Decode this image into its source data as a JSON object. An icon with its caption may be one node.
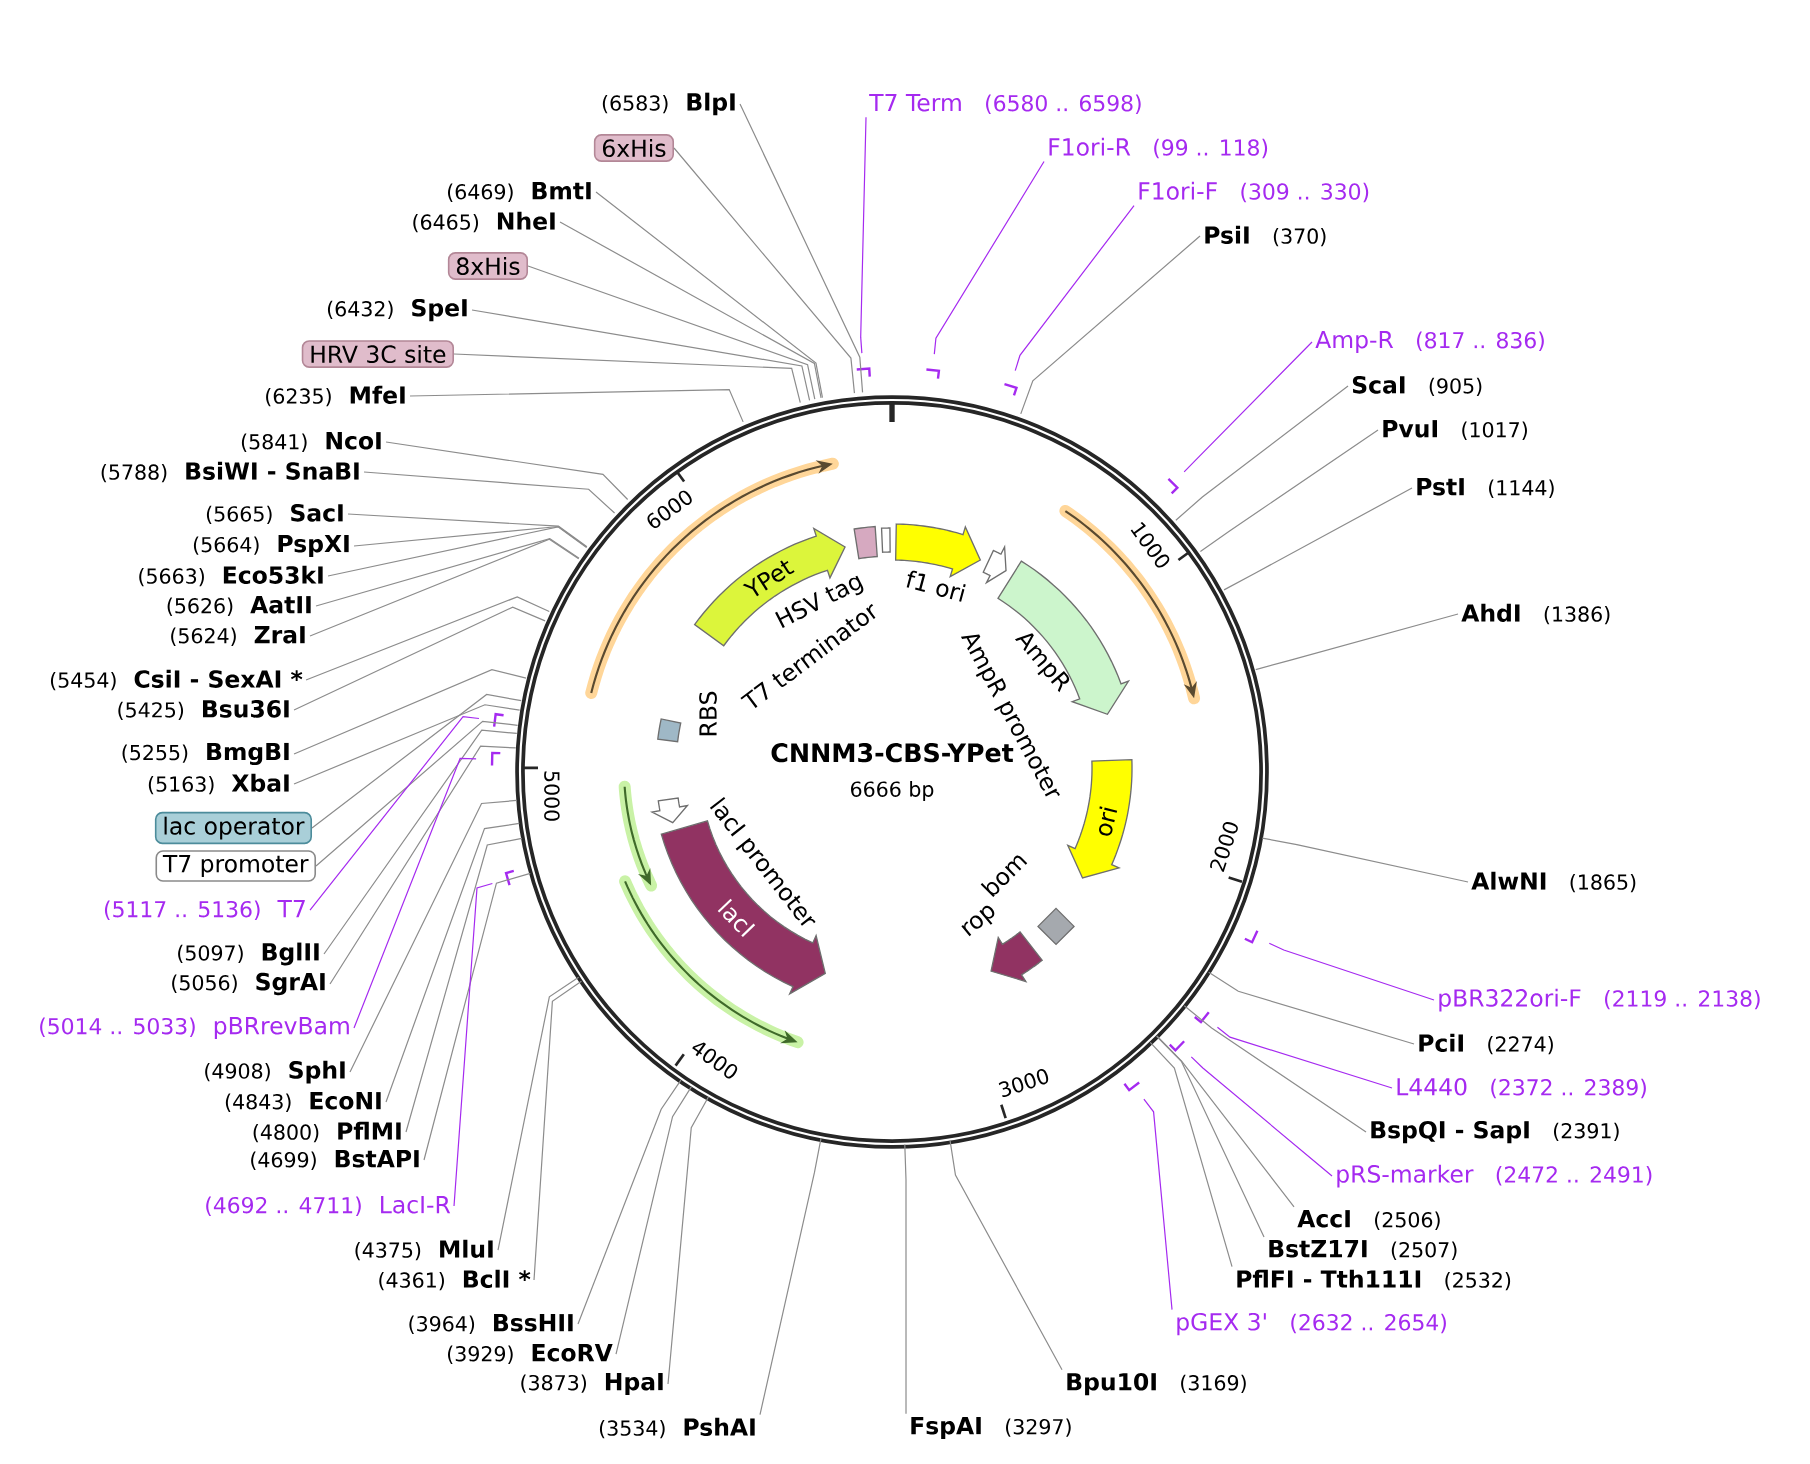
{
  "diagram": {
    "nodes": [
      {
        "text": [
          "(6583)",
          "BlpI"
        ]
      },
      {
        "text": [
          "6xHis"
        ]
      },
      {
        "text": [
          "(6469)",
          "BmtI"
        ]
      },
      {
        "text": [
          "(6465)",
          "NheI"
        ]
      },
      {
        "text": [
          "8xHis"
        ]
      },
      {
        "text": [
          "(6432)",
          "SpeI"
        ]
      },
      {
        "text": [
          "HRV 3C site"
        ]
      },
      {
        "text": [
          "(6235)",
          "MfeI"
        ]
      },
      {
        "text": [
          "(5841)",
          "NcoI"
        ]
      },
      {
        "text": [
          "(5788)",
          "BsiWI - SnaBI"
        ]
      },
      {
        "text": [
          "(5665)",
          "SacI"
        ]
      },
      {
        "text": [
          "(5664)",
          "PspXI"
        ]
      },
      {
        "text": [
          "(5663)",
          "Eco53kI"
        ]
      },
      {
        "text": [
          "(5626)",
          "AatII"
        ]
      },
      {
        "text": [
          "(5624)",
          "ZraI"
        ]
      },
      {
        "text": [
          "(5454)",
          "CsiI - SexAI *"
        ]
      },
      {
        "text": [
          "(5425)",
          "Bsu36I"
        ]
      },
      {
        "text": [
          "(5255)",
          "BmgBI"
        ]
      },
      {
        "text": [
          "(5163)",
          "XbaI"
        ]
      },
      {
        "text": [
          "lac operator"
        ]
      },
      {
        "text": [
          "T7 promoter"
        ]
      },
      {
        "text": [
          "(5117 .. 5136)",
          "T7"
        ]
      },
      {
        "text": [
          "(5097)",
          "BglII"
        ]
      },
      {
        "text": [
          "(5056)",
          "SgrAI"
        ]
      },
      {
        "text": [
          "(5014 .. 5033)",
          "pBRrevBam"
        ]
      },
      {
        "text": [
          "(4908)",
          "SphI"
        ]
      },
      {
        "text": [
          "(4843)",
          "EcoNI"
        ]
      },
      {
        "text": [
          "(4800)",
          "PflMI"
        ]
      },
      {
        "text": [
          "(4699)",
          "BstAPI"
        ]
      },
      {
        "text": [
          "(4692 .. 4711)",
          "LacI-R"
        ]
      },
      {
        "text": [
          "(4375)",
          "MluI"
        ]
      },
      {
        "text": [
          "(4361)",
          "BclI *"
        ]
      },
      {
        "text": [
          "(3964)",
          "BssHII"
        ]
      },
      {
        "text": [
          "(3929)",
          "EcoRV"
        ]
      },
      {
        "text": [
          "(3873)",
          "HpaI"
        ]
      },
      {
        "text": [
          "(3534)",
          "PshAI"
        ]
      },
      {
        "text": [
          "FspAI",
          "(3297)"
        ]
      },
      {
        "text": [
          "Bpu10I",
          "(3169)"
        ]
      },
      {
        "text": [
          "pGEX 3'",
          "(2632 .. 2654)"
        ]
      },
      {
        "text": [
          "PflFI - Tth111I",
          "(2532)"
        ]
      },
      {
        "text": [
          "BstZ17I",
          "(2507)"
        ]
      },
      {
        "text": [
          "AccI",
          "(2506)"
        ]
      },
      {
        "text": [
          "pRS-marker",
          "(2472 .. 2491)"
        ]
      },
      {
        "text": [
          "BspQI - SapI",
          "(2391)"
        ]
      },
      {
        "text": [
          "L4440",
          "(2372 .. 2389)"
        ]
      },
      {
        "text": [
          "PciI",
          "(2274)"
        ]
      },
      {
        "text": [
          "pBR322ori-F",
          "(2119 .. 2138)"
        ]
      },
      {
        "text": [
          "AlwNI",
          "(1865)"
        ]
      },
      {
        "text": [
          "AhdI",
          "(1386)"
        ]
      },
      {
        "text": [
          "PstI",
          "(1144)"
        ]
      },
      {
        "text": [
          "PvuI",
          "(1017)"
        ]
      },
      {
        "text": [
          "ScaI",
          "(905)"
        ]
      },
      {
        "text": [
          "Amp-R",
          "(817 .. 836)"
        ]
      },
      {
        "text": [
          "PsiI",
          "(370)"
        ]
      },
      {
        "text": [
          "F1ori-F",
          "(309 .. 330)"
        ]
      },
      {
        "text": [
          "F1ori-R",
          "(99 .. 118)"
        ]
      },
      {
        "text": [
          "T7 Term",
          "(6580 .. 6598)"
        ]
      },
      {
        "text": [
          "CNNM3-CBS-YPet",
          "6666 bp"
        ]
      },
      {
        "text": [
          "YPet"
        ],
        "in": 57
      },
      {
        "text": [
          "HSV tag"
        ],
        "in": 57
      },
      {
        "text": [
          "T7 terminator"
        ],
        "in": 57
      },
      {
        "text": [
          "f1 ori"
        ],
        "in": 57
      },
      {
        "text": [
          "AmpR promoter"
        ],
        "in": 57
      },
      {
        "text": [
          "AmpR"
        ],
        "in": 57
      },
      {
        "text": [
          "ori"
        ],
        "in": 57
      },
      {
        "text": [
          "bom"
        ],
        "in": 57
      },
      {
        "text": [
          "rop"
        ],
        "in": 57
      },
      {
        "text": [
          "lacI"
        ],
        "in": 57
      },
      {
        "text": [
          "lacI promoter"
        ],
        "in": 57
      },
      {
        "text": [
          "RBS"
        ],
        "in": 57
      }
    ],
    "edges": [
      {
        "from": 0,
        "to": 57,
        "arrow": "none"
      },
      {
        "from": 1,
        "to": 57,
        "arrow": "none"
      },
      {
        "from": 2,
        "to": 57,
        "arrow": "none"
      },
      {
        "from": 3,
        "to": 57,
        "arrow": "none"
      },
      {
        "from": 4,
        "to": 57,
        "arrow": "none"
      },
      {
        "from": 5,
        "to": 57,
        "arrow": "none"
      },
      {
        "from": 6,
        "to": 57,
        "arrow": "none"
      },
      {
        "from": 7,
        "to": 57,
        "arrow": "none"
      },
      {
        "from": 8,
        "to": 57,
        "arrow": "none"
      },
      {
        "from": 9,
        "to": 57,
        "arrow": "none"
      },
      {
        "from": 10,
        "to": 57,
        "arrow": "none"
      },
      {
        "from": 11,
        "to": 57,
        "arrow": "none"
      },
      {
        "from": 12,
        "to": 57,
        "arrow": "none"
      },
      {
        "from": 13,
        "to": 57,
        "arrow": "none"
      },
      {
        "from": 14,
        "to": 57,
        "arrow": "none"
      },
      {
        "from": 15,
        "to": 57,
        "arrow": "none"
      },
      {
        "from": 16,
        "to": 57,
        "arrow": "none"
      },
      {
        "from": 17,
        "to": 57,
        "arrow": "none"
      },
      {
        "from": 18,
        "to": 57,
        "arrow": "none"
      },
      {
        "from": 19,
        "to": 57,
        "arrow": "none"
      },
      {
        "from": 20,
        "to": 57,
        "arrow": "none"
      },
      {
        "from": 21,
        "to": null,
        "arrow": "none",
        "color": "#a52af0"
      },
      {
        "from": 22,
        "to": 57,
        "arrow": "none"
      },
      {
        "from": 23,
        "to": 57,
        "arrow": "none"
      },
      {
        "from": 24,
        "to": null,
        "arrow": "none",
        "color": "#a52af0"
      },
      {
        "from": 25,
        "to": 57,
        "arrow": "none"
      },
      {
        "from": 26,
        "to": 57,
        "arrow": "none"
      },
      {
        "from": 27,
        "to": 57,
        "arrow": "none"
      },
      {
        "from": 28,
        "to": 57,
        "arrow": "none"
      },
      {
        "from": 29,
        "to": null,
        "arrow": "none",
        "color": "#a52af0"
      },
      {
        "from": 30,
        "to": 57,
        "arrow": "none"
      },
      {
        "from": 31,
        "to": 57,
        "arrow": "none"
      },
      {
        "from": 32,
        "to": 57,
        "arrow": "none"
      },
      {
        "from": 33,
        "to": 57,
        "arrow": "none"
      },
      {
        "from": 34,
        "to": 57,
        "arrow": "none"
      },
      {
        "from": 35,
        "to": 57,
        "arrow": "none"
      },
      {
        "from": 36,
        "to": 57,
        "arrow": "none"
      },
      {
        "from": 37,
        "to": 57,
        "arrow": "none"
      },
      {
        "from": 38,
        "to": null,
        "arrow": "none",
        "color": "#a52af0"
      },
      {
        "from": 39,
        "to": 57,
        "arrow": "none"
      },
      {
        "from": 40,
        "to": 57,
        "arrow": "none"
      },
      {
        "from": 41,
        "to": 57,
        "arrow": "none"
      },
      {
        "from": 42,
        "to": null,
        "arrow": "none",
        "color": "#a52af0"
      },
      {
        "from": 43,
        "to": 57,
        "arrow": "none"
      },
      {
        "from": 44,
        "to": null,
        "arrow": "none",
        "color": "#a52af0"
      },
      {
        "from": 45,
        "to": 57,
        "arrow": "none"
      },
      {
        "from": 46,
        "to": null,
        "arrow": "none",
        "color": "#a52af0"
      },
      {
        "from": 47,
        "to": 57,
        "arrow": "none"
      },
      {
        "from": 48,
        "to": 57,
        "arrow": "none"
      },
      {
        "from": 49,
        "to": 57,
        "arrow": "none"
      },
      {
        "from": 50,
        "to": 57,
        "arrow": "none"
      },
      {
        "from": 51,
        "to": 57,
        "arrow": "none"
      },
      {
        "from": 52,
        "to": null,
        "arrow": "none",
        "color": "#a52af0"
      },
      {
        "from": 53,
        "to": 57,
        "arrow": "none"
      },
      {
        "from": 54,
        "to": null,
        "arrow": "none",
        "color": "#a52af0"
      },
      {
        "from": 55,
        "to": null,
        "arrow": "none",
        "color": "#a52af0"
      },
      {
        "from": 56,
        "to": null,
        "arrow": "none",
        "color": "#a52af0"
      }
    ],
    "labels": [
      "1000",
      "2000",
      "3000",
      "4000",
      "5000",
      "6000"
    ]
  }
}
